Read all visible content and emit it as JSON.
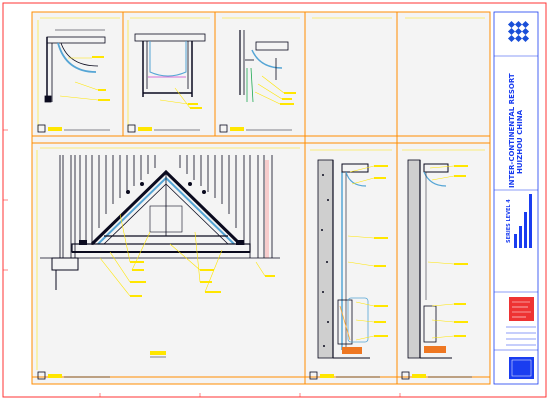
{
  "title_block": {
    "project_line1": "INTER-CONTINENTAL RESORT",
    "project_line2": "HUIZHOU CHINA",
    "sheet_label": "SERIES LEVEL 4"
  },
  "colors": {
    "frame": "#ff3333",
    "sheet_border": "#ff8c00",
    "linework": "#0a0a1e",
    "glass": "#55a5d5",
    "annotation": "#ffe600",
    "title_text": "#1a3df0",
    "logo": "#1a4fd8",
    "panel_fill": "#f2f2f2"
  },
  "icons": {
    "logo": "company-logo-icon",
    "bars": "level-bars-icon"
  }
}
